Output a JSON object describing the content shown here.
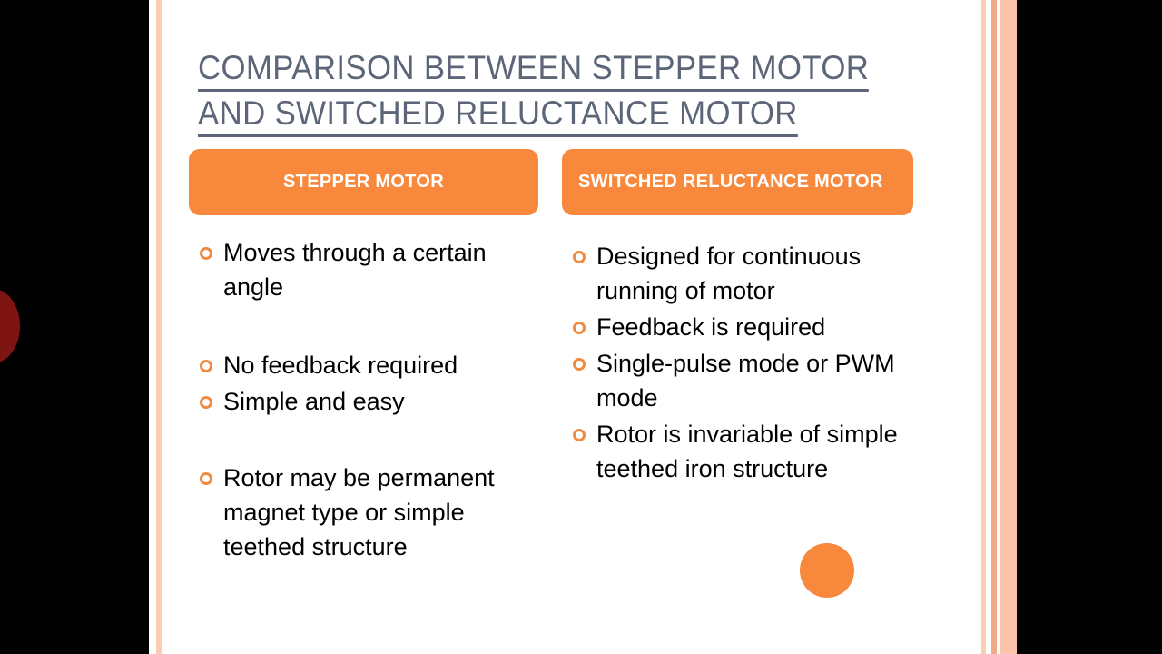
{
  "slide": {
    "title_lines": [
      "COMPARISON  BETWEEN  STEPPER  MOTOR",
      "AND SWITCHED RELUCTANCE MOTOR"
    ],
    "columns": [
      {
        "header": "STEPPER MOTOR",
        "header_align": "center",
        "bullets": [
          {
            "text": "Moves through a certain angle",
            "gap_before": false
          },
          {
            "text": "No feedback required",
            "gap_before": true
          },
          {
            "text": "Simple and easy",
            "gap_before": false
          },
          {
            "text": "Rotor may be permanent magnet type or simple teethed structure",
            "gap_before": true
          }
        ]
      },
      {
        "header": "SWITCHED RELUCTANCE MOTOR",
        "header_align": "left",
        "bullets": [
          {
            "text": "Designed for continuous running of motor",
            "gap_before": false
          },
          {
            "text": "Feedback is required",
            "gap_before": false
          },
          {
            "text": "Single-pulse mode or PWM mode",
            "gap_before": false
          },
          {
            "text": "Rotor is invariable of simple teethed iron structure",
            "gap_before": false
          }
        ]
      }
    ],
    "decorations": {
      "left_circle_color": "#7e1512",
      "corner_dot_color": "#f7883c",
      "accent_color": "#f7883c",
      "rule_color": "#fbcdb5",
      "title_color": "#5d6678",
      "canvas_color": "#ffffff",
      "letterbox_color": "#000000"
    }
  }
}
